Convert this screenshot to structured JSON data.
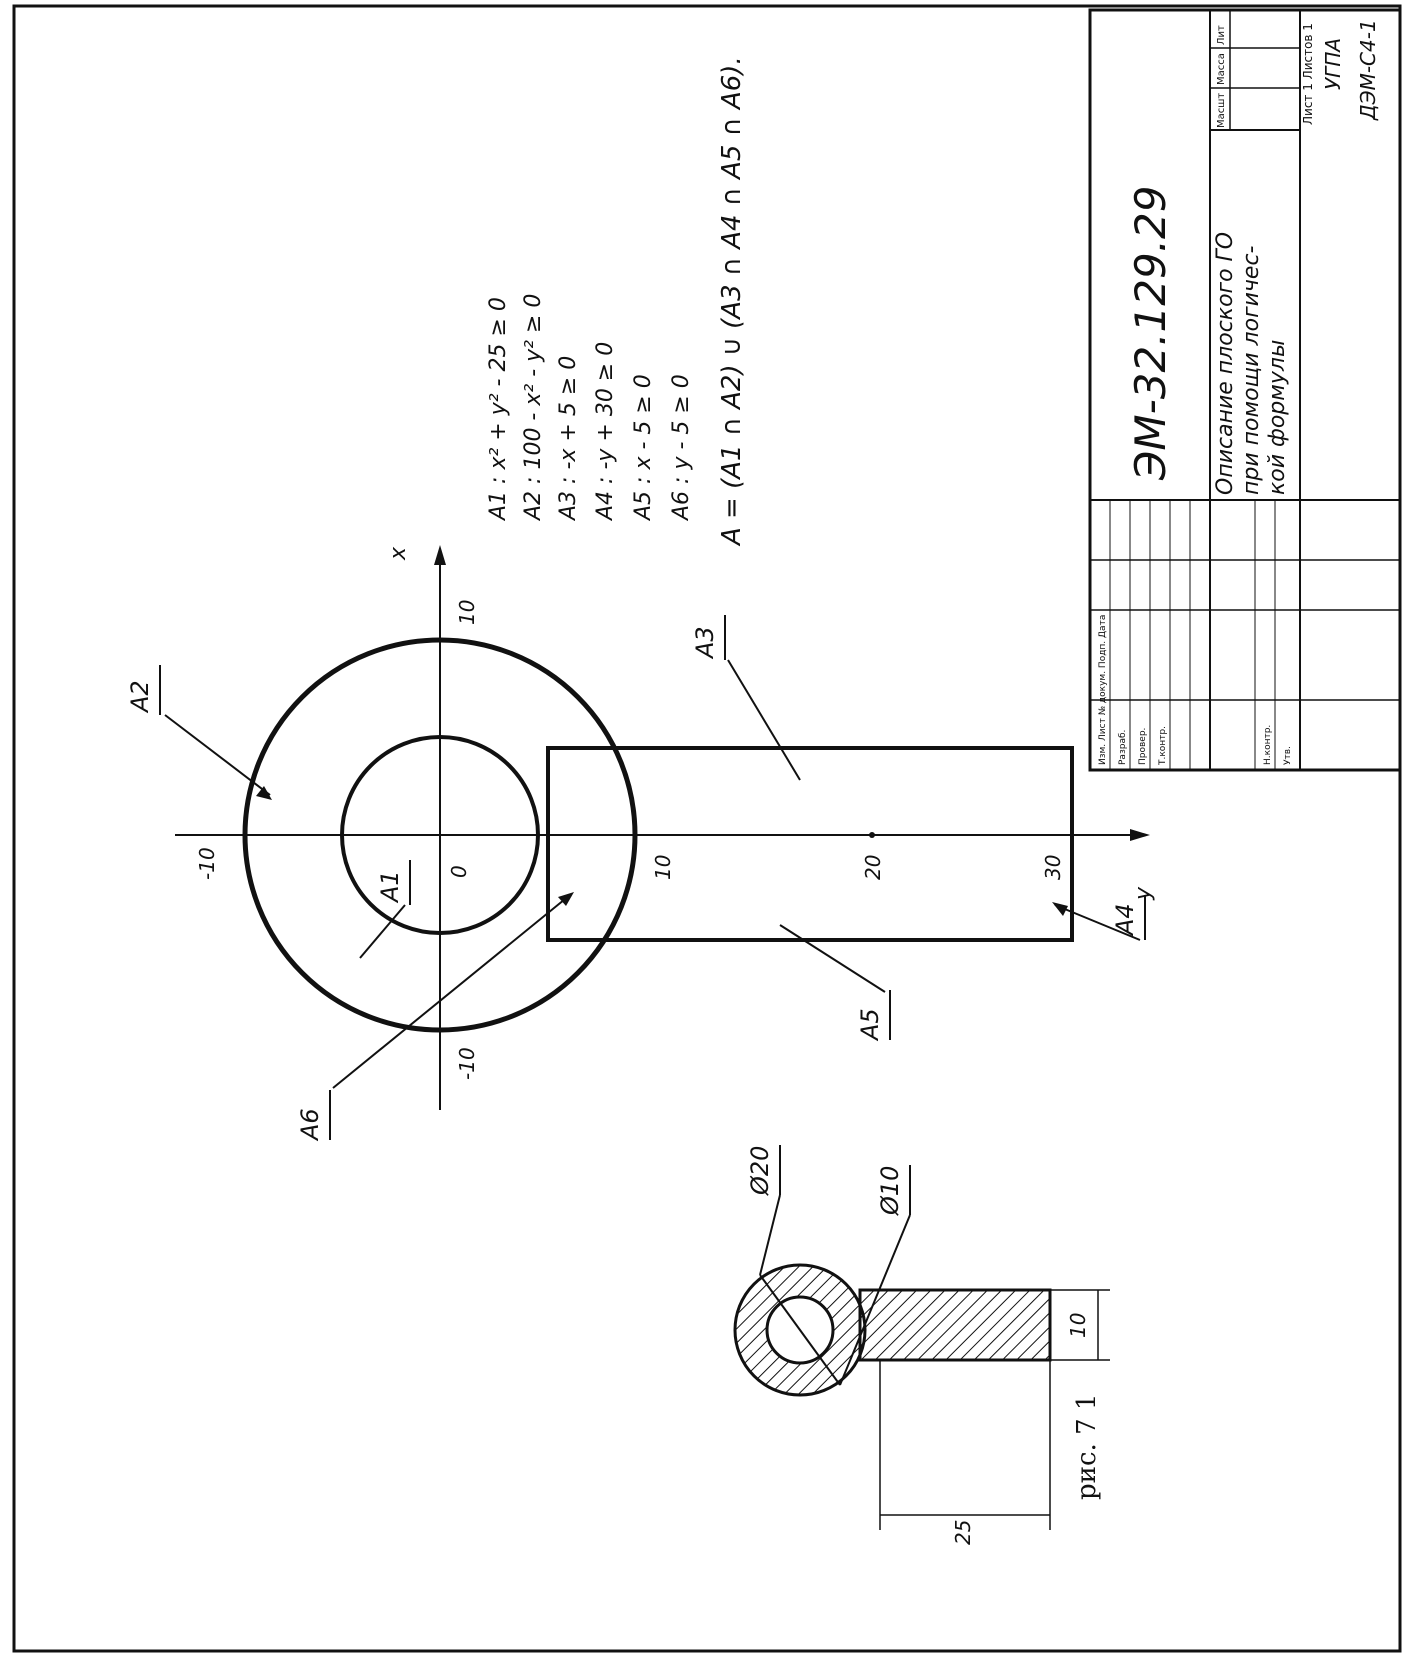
{
  "axis": {
    "x_label": "x",
    "y_label": "y",
    "origin_label": "0"
  },
  "ticks": {
    "x_pos": "10",
    "x_neg": "-10",
    "x_neg_lower": "-10",
    "y_10": "10",
    "y_20": "20",
    "y_30": "30"
  },
  "region_labels": {
    "A1": "A1",
    "A2": "A2",
    "A3": "A3",
    "A4": "A4",
    "A5": "A5",
    "A6": "A6"
  },
  "formulas": [
    "A1 : x² + y² - 25 ≥ 0",
    "A2 : 100 - x² - y² ≥ 0",
    "A3 : -x + 5 ≥ 0",
    "A4 : -y + 30 ≥ 0",
    "A5 : x - 5 ≥ 0",
    "A6 : y - 5 ≥ 0"
  ],
  "main_formula": "A = (A1 ∩ A2) ∪ (A3 ∩ A4 ∩ A5 ∩ A6).",
  "part_dims": {
    "outer_diameter": "Ø20",
    "inner_diameter": "Ø10",
    "width": "10",
    "length": "25"
  },
  "caption": "рис. 7 1",
  "title_block": {
    "doc_number": "ЭМ-32.129.29",
    "title_lines": [
      "Описание плоского ГО",
      "при помощи логичес-",
      "кой формулы"
    ],
    "stage_headers": [
      "Лит",
      "Масса",
      "Масшт"
    ],
    "sheet_info": "Лист 1   Листов 1",
    "org": "УГПА",
    "group": "ДЭМ-С4-1",
    "row_labels": [
      "Изм. Лист № докум. Подп. Дата",
      "Разраб.",
      "Провер.",
      "Т.контр.",
      "Н.контр.",
      "Утв."
    ]
  }
}
